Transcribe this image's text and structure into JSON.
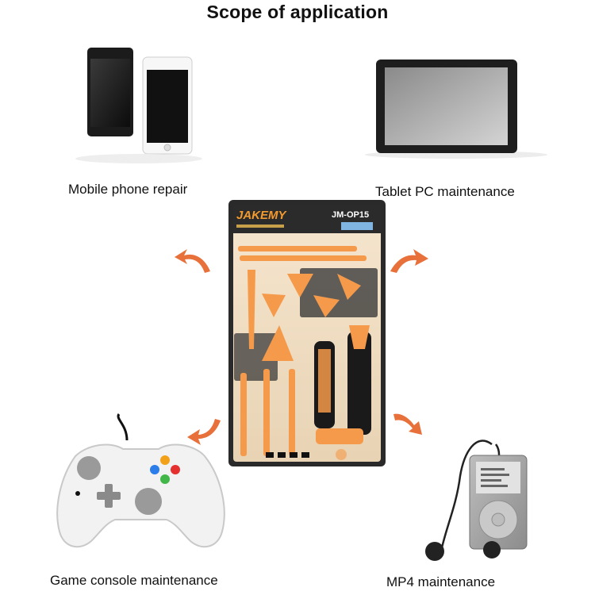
{
  "title": "Scope of application",
  "captions": {
    "mobile": "Mobile phone repair",
    "tablet": "Tablet PC maintenance",
    "game": "Game console maintenance",
    "mp4": "MP4 maintenance"
  },
  "package": {
    "brand": "JAKEMY",
    "model": "JM-OP15"
  },
  "colors": {
    "accent": "#f08a3c",
    "package_dark": "#2b2b2b",
    "tool_orange": "#f59a4a"
  },
  "icons": [
    "phone-icon",
    "tablet-icon",
    "game-controller-icon",
    "mp4-player-icon",
    "arrow-icon"
  ]
}
